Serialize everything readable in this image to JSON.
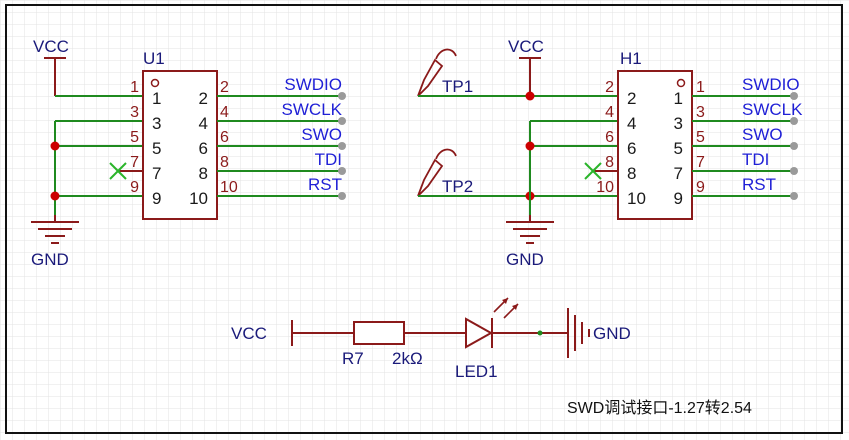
{
  "title": "SWD调试接口-1.27转2.54",
  "power": {
    "vcc": "VCC",
    "gnd": "GND"
  },
  "u1": {
    "ref": "U1",
    "left_pins": [
      "1",
      "3",
      "5",
      "7",
      "9"
    ],
    "right_pins": [
      "2",
      "4",
      "6",
      "8",
      "10"
    ],
    "inner_left": [
      "1",
      "3",
      "5",
      "7",
      "9"
    ],
    "inner_right": [
      "2",
      "4",
      "6",
      "8",
      "10"
    ]
  },
  "h1": {
    "ref": "H1",
    "left_pins": [
      "2",
      "4",
      "6",
      "8",
      "10"
    ],
    "right_pins": [
      "1",
      "3",
      "5",
      "7",
      "9"
    ],
    "inner_left": [
      "2",
      "4",
      "6",
      "8",
      "10"
    ],
    "inner_right": [
      "1",
      "3",
      "5",
      "7",
      "9"
    ]
  },
  "nets": [
    "SWDIO",
    "SWCLK",
    "SWO",
    "TDI",
    "RST"
  ],
  "testpoints": [
    "TP1",
    "TP2"
  ],
  "resistor": {
    "ref": "R7",
    "value": "2kΩ"
  },
  "led": {
    "ref": "LED1"
  },
  "colors": {
    "wire": "#1f8a1f",
    "symbol": "#8b1a1a",
    "net_label": "#1f1fd6",
    "junction": "#cc0000"
  }
}
